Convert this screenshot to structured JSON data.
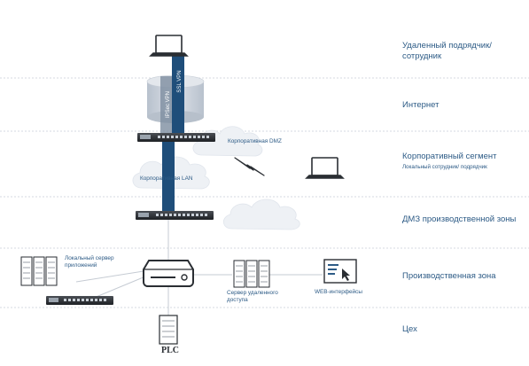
{
  "zones": [
    {
      "title": "Удаленный подрядчик/ сотрудник",
      "sub": ""
    },
    {
      "title": "Интернет",
      "sub": ""
    },
    {
      "title": "Корпоративный сегмент",
      "sub": "Локальный сотрудник/ подрядчик"
    },
    {
      "title": "ДМЗ производственной зоны",
      "sub": ""
    },
    {
      "title": "Производственная зона",
      "sub": ""
    },
    {
      "title": "Цех",
      "sub": ""
    }
  ],
  "tunnels": {
    "ssl": "SSL VPN",
    "ipsec": "IPSec VPN"
  },
  "clouds": {
    "dmz": "Корпоративная DMZ",
    "lan": "Корпоративная LAN"
  },
  "nodes": {
    "local_server": "Локальный сервер приложений",
    "remote_server": "Сервер удаленного доступа",
    "web": "WEB-интерфейсы",
    "plc": "PLC"
  },
  "colors": {
    "accent": "#2d5b86",
    "cylinder": "#c9d0da",
    "tunnel": "#1f4e7a",
    "line": "#c5cbd3",
    "cloud": "#eef1f5"
  }
}
